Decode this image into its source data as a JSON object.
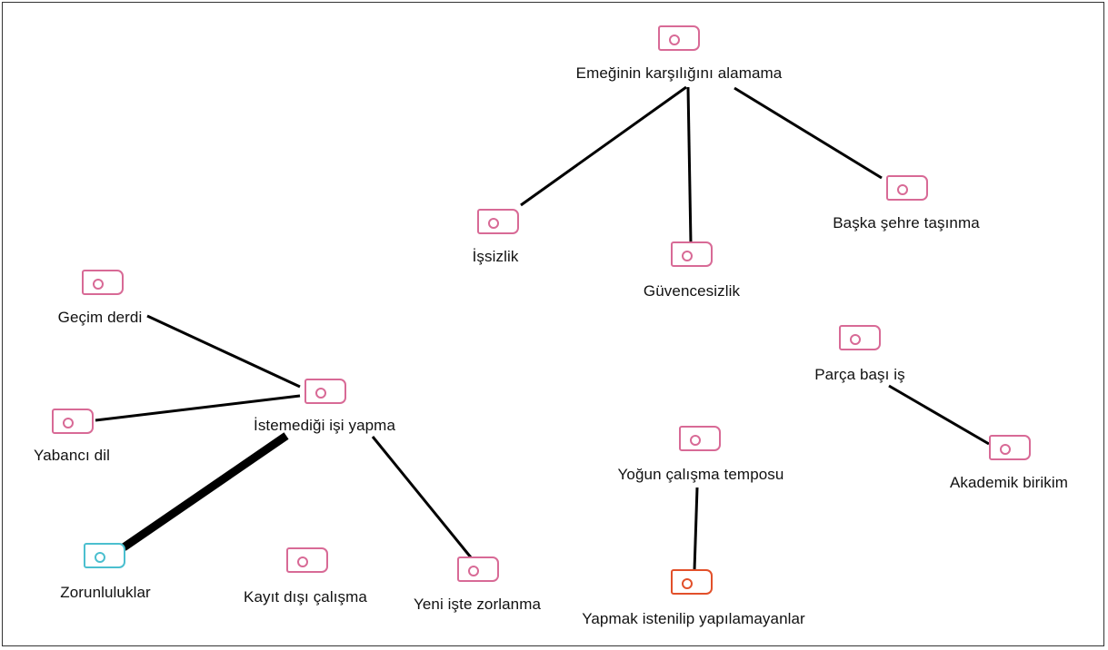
{
  "nodes": [
    {
      "id": "emek",
      "label": "Emeğinin karşılığını alamama",
      "color": "#d86a96"
    },
    {
      "id": "issizlik",
      "label": "İşsizlik",
      "color": "#d86a96"
    },
    {
      "id": "guvence",
      "label": "Güvencesizlik",
      "color": "#d86a96"
    },
    {
      "id": "sehir",
      "label": "Başka şehre taşınma",
      "color": "#d86a96"
    },
    {
      "id": "gecim",
      "label": "Geçim derdi",
      "color": "#d86a96"
    },
    {
      "id": "istemedigi",
      "label": "İstemediği işi yapma",
      "color": "#d86a96"
    },
    {
      "id": "yabanci",
      "label": "Yabancı dil",
      "color": "#d86a96"
    },
    {
      "id": "zorunlu",
      "label": "Zorunluluklar",
      "color": "#4bbfcf"
    },
    {
      "id": "kayit",
      "label": "Kayıt dışı çalışma",
      "color": "#d86a96"
    },
    {
      "id": "yeni",
      "label": "Yeni işte zorlanma",
      "color": "#d86a96"
    },
    {
      "id": "parca",
      "label": "Parça başı iş",
      "color": "#d86a96"
    },
    {
      "id": "akademik",
      "label": "Akademik birikim",
      "color": "#d86a96"
    },
    {
      "id": "yogun",
      "label": "Yoğun çalışma temposu",
      "color": "#d86a96"
    },
    {
      "id": "yapmak",
      "label": "Yapmak istenilip yapılamayanlar",
      "color": "#e2502a"
    }
  ],
  "edges": [
    {
      "from": "emek",
      "to": "issizlik",
      "weight": 1
    },
    {
      "from": "emek",
      "to": "guvence",
      "weight": 1
    },
    {
      "from": "emek",
      "to": "sehir",
      "weight": 1
    },
    {
      "from": "gecim",
      "to": "istemedigi",
      "weight": 1
    },
    {
      "from": "yabanci",
      "to": "istemedigi",
      "weight": 1
    },
    {
      "from": "istemedigi",
      "to": "zorunlu",
      "weight": 4
    },
    {
      "from": "istemedigi",
      "to": "yeni",
      "weight": 1
    },
    {
      "from": "parca",
      "to": "akademik",
      "weight": 1
    },
    {
      "from": "yogun",
      "to": "yapmak",
      "weight": 1
    }
  ]
}
